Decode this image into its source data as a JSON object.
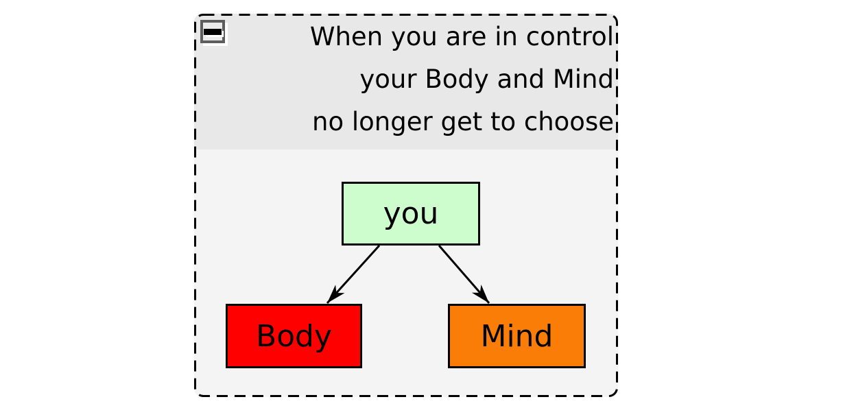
{
  "panel": {
    "collapse_button": {
      "icon": "minus-icon",
      "state": "expanded"
    },
    "title_lines": [
      "When you are in control",
      "your Body and Mind",
      "no longer get to choose"
    ],
    "colors": {
      "header_bg": "#e8e8e8",
      "body_bg": "#f4f4f4",
      "border": "#000000",
      "page_bg": "#ffffff"
    }
  },
  "diagram": {
    "type": "flowchart",
    "nodes": [
      {
        "id": "you",
        "label": "you",
        "fill": "#cdfccd",
        "border": "#000000",
        "text_color": "#000000"
      },
      {
        "id": "body",
        "label": "Body",
        "fill": "#fe0000",
        "border": "#000000",
        "text_color": "#000000"
      },
      {
        "id": "mind",
        "label": "Mind",
        "fill": "#f97d07",
        "border": "#000000",
        "text_color": "#000000"
      }
    ],
    "edges": [
      {
        "from": "you",
        "to": "body",
        "style": "arrow"
      },
      {
        "from": "you",
        "to": "mind",
        "style": "arrow"
      }
    ]
  }
}
